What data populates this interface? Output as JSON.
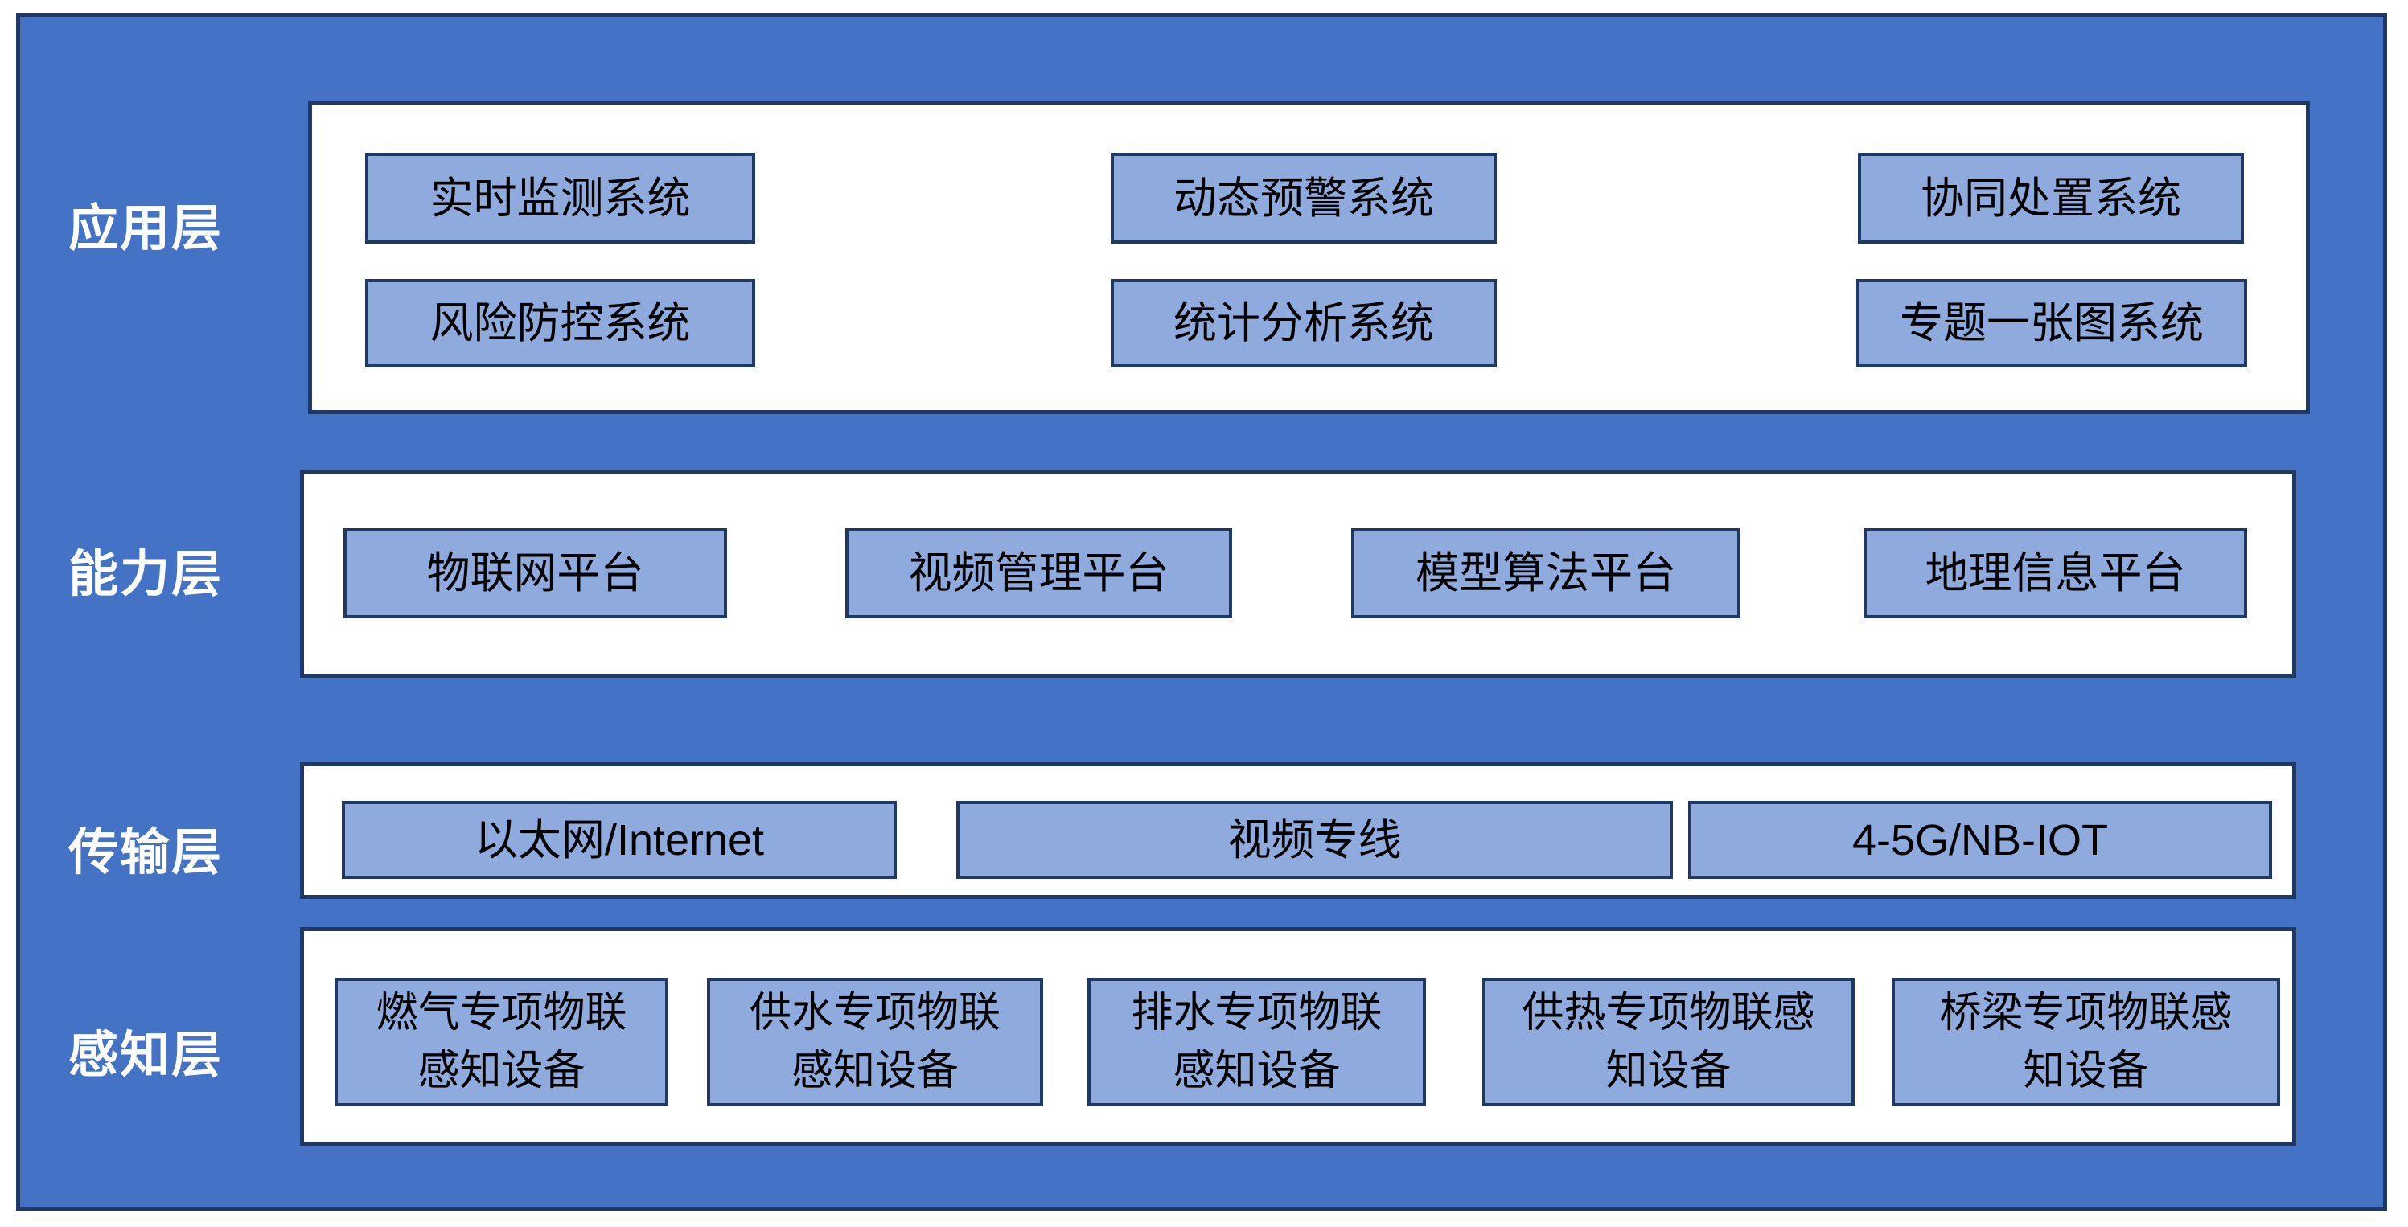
{
  "diagram": {
    "colors": {
      "background": "#4472C4",
      "panel_fill": "#FFFFFF",
      "box_fill": "#8FAADC",
      "border": "#1F3864",
      "layer_label_color": "#FFFFFF",
      "box_text_color": "#000000"
    },
    "layers": [
      {
        "name": "应用层",
        "boxes": [
          "实时监测系统",
          "动态预警系统",
          "协同处置系统",
          "风险防控系统",
          "统计分析系统",
          "专题一张图系统"
        ]
      },
      {
        "name": "能力层",
        "boxes": [
          "物联网平台",
          "视频管理平台",
          "模型算法平台",
          "地理信息平台"
        ]
      },
      {
        "name": "传输层",
        "boxes": [
          "以太网/Internet",
          "视频专线",
          "4-5G/NB-IOT"
        ]
      },
      {
        "name": "感知层",
        "boxes": [
          "燃气专项物联\n感知设备",
          "供水专项物联\n感知设备",
          "排水专项物联\n感知设备",
          "供热专项物联感\n知设备",
          "桥梁专项物联感\n知设备"
        ]
      }
    ]
  }
}
